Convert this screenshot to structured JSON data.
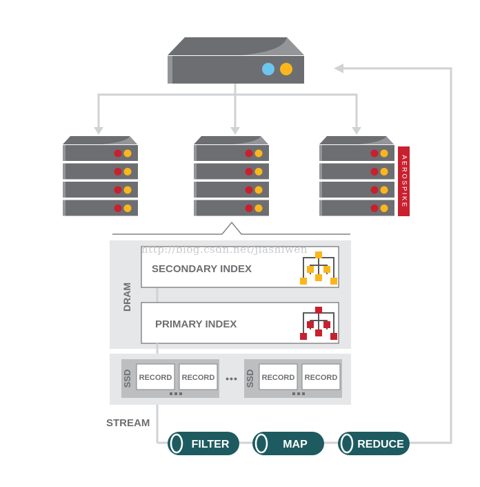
{
  "diagram": {
    "title": "Aerospike cluster architecture with stream UDF pipeline",
    "brand": {
      "label": "AEROSPIKE",
      "color": "#c8202f"
    },
    "watermark": "http://blog.csdn.net/jiashiwen",
    "client_server": {
      "leds": [
        "#6cc5ef",
        "#fbb61b"
      ]
    },
    "cluster_nodes": [
      {
        "id": "node-1",
        "units": 4,
        "leds": [
          "#c8202f",
          "#fbb61b"
        ]
      },
      {
        "id": "node-2",
        "units": 4,
        "leds": [
          "#c8202f",
          "#fbb61b"
        ]
      },
      {
        "id": "node-3",
        "units": 4,
        "leds": [
          "#c8202f",
          "#fbb61b"
        ]
      }
    ],
    "dram": {
      "label": "DRAM",
      "secondary_index": {
        "label": "SECONDARY INDEX",
        "color": "#fbb61b"
      },
      "primary_index": {
        "label": "PRIMARY INDEX",
        "color": "#c8202f"
      }
    },
    "ssd": {
      "groups": [
        {
          "label": "SSD",
          "records": [
            "RECORD",
            "RECORD"
          ]
        },
        {
          "label": "SSD",
          "records": [
            "RECORD",
            "RECORD"
          ]
        }
      ],
      "ellipsis": "•••"
    },
    "stream": {
      "label": "STREAM",
      "stages": [
        "FILTER",
        "MAP",
        "REDUCE"
      ],
      "stage_color": "#1d5b60"
    },
    "colors": {
      "server_body": "#6d6e71",
      "server_top": "#58595b",
      "connector": "#d1d2d4",
      "panel": "#e6e7e8"
    }
  }
}
